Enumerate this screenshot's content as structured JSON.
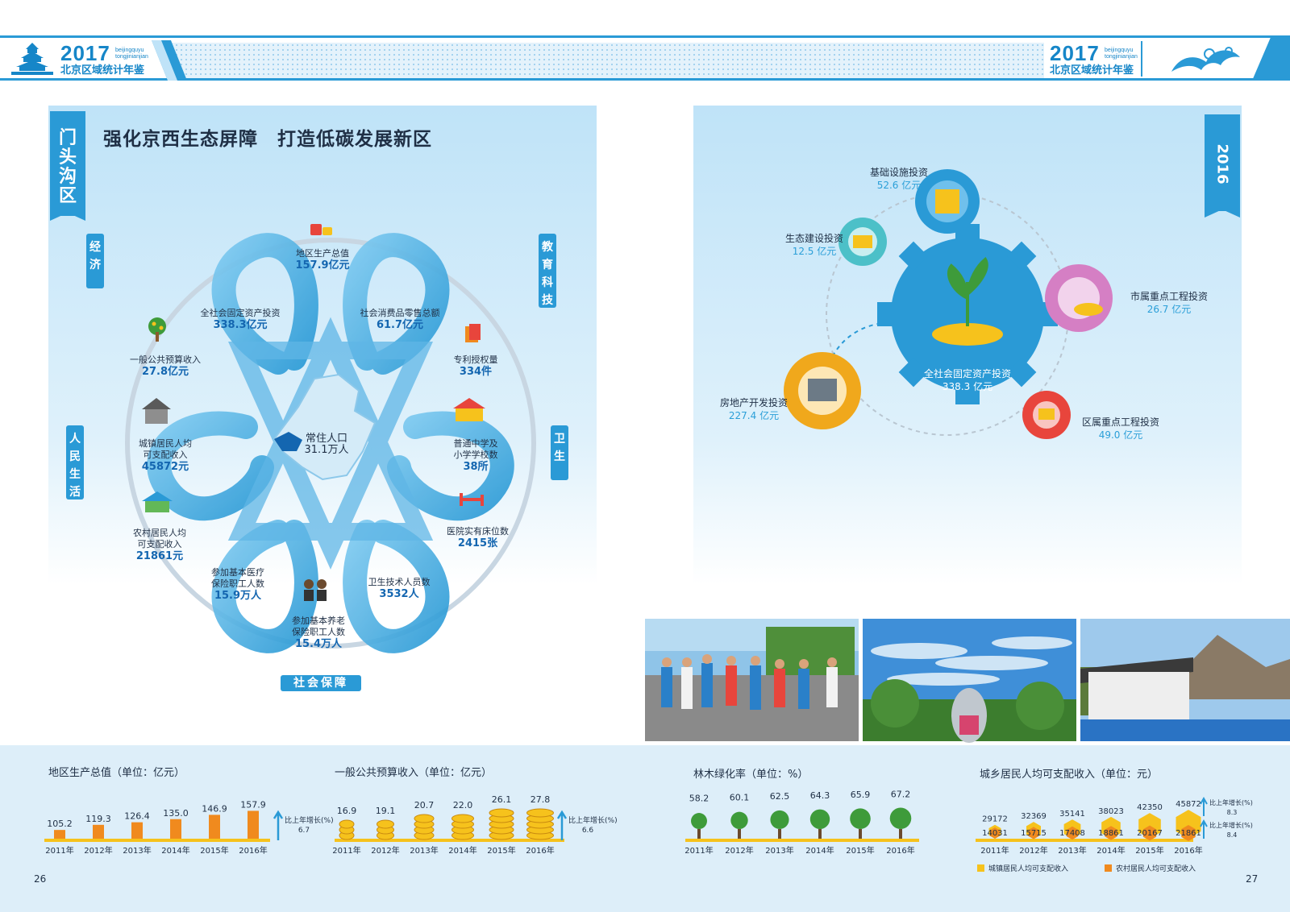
{
  "header": {
    "year": "2017",
    "sub_line1": "beijingquyu",
    "sub_line2": "tongjinianjian",
    "book_title": "北京区域统计年鉴"
  },
  "left": {
    "district": "门头沟区",
    "headline": "强化京西生态屏障　打造低碳发展新区",
    "categories": {
      "economy": "经济",
      "education": "教育科技",
      "life": "人民生活",
      "health": "卫生",
      "social": "社会保障"
    },
    "center": {
      "label": "常住人口",
      "value": "31.1万人"
    },
    "stats": {
      "gdp": {
        "label": "地区生产总值",
        "value": "157.9亿元"
      },
      "fixed_invest": {
        "label": "全社会固定资产投资",
        "value": "338.3亿元"
      },
      "retail": {
        "label": "社会消费品零售总额",
        "value": "61.7亿元"
      },
      "budget": {
        "label": "一般公共预算收入",
        "value": "27.8亿元"
      },
      "patent": {
        "label": "专利授权量",
        "value": "334件"
      },
      "urban_income": {
        "label1": "城镇居民人均",
        "label2": "可支配收入",
        "value": "45872元"
      },
      "schools": {
        "label1": "普通中学及",
        "label2": "小学学校数",
        "value": "38所"
      },
      "rural_income": {
        "label1": "农村居民人均",
        "label2": "可支配收入",
        "value": "21861元"
      },
      "beds": {
        "label": "医院实有床位数",
        "value": "2415张"
      },
      "medical_ins": {
        "label1": "参加基本医疗",
        "label2": "保险职工人数",
        "value": "15.9万人"
      },
      "health_staff": {
        "label": "卫生技术人员数",
        "value": "3532人"
      },
      "pension_ins": {
        "label1": "参加基本养老",
        "label2": "保险职工人数",
        "value": "15.4万人"
      }
    }
  },
  "right": {
    "year": "2016",
    "items": {
      "infra": {
        "label": "基础设施投资",
        "value": "52.6 亿元"
      },
      "eco": {
        "label": "生态建设投资",
        "value": "12.5 亿元"
      },
      "city_key": {
        "label": "市属重点工程投资",
        "value": "26.7 亿元"
      },
      "center": {
        "label": "全社会固定资产投资",
        "value": "338.3 亿元"
      },
      "real_estate": {
        "label": "房地产开发投资",
        "value": "227.4 亿元"
      },
      "district_key": {
        "label": "区属重点工程投资",
        "value": "49.0 亿元"
      }
    }
  },
  "chart_data": [
    {
      "type": "bar",
      "title": "地区生产总值（单位：亿元）",
      "categories": [
        "2011年",
        "2012年",
        "2013年",
        "2014年",
        "2015年",
        "2016年"
      ],
      "values": [
        105.2,
        119.3,
        126.4,
        135.0,
        146.9,
        157.9
      ],
      "value_labels": [
        "105.2",
        "119.3",
        "126.4",
        "135.0",
        "146.9",
        "157.9"
      ],
      "growth_label": "比上年增长(%)",
      "growth": "6.7"
    },
    {
      "type": "bar",
      "title": "一般公共预算收入（单位：亿元）",
      "categories": [
        "2011年",
        "2012年",
        "2013年",
        "2014年",
        "2015年",
        "2016年"
      ],
      "values": [
        16.9,
        19.1,
        20.7,
        22.0,
        26.1,
        27.8
      ],
      "value_labels": [
        "16.9",
        "19.1",
        "20.7",
        "22.0",
        "26.1",
        "27.8"
      ],
      "growth_label": "比上年增长(%)",
      "growth": "6.6"
    },
    {
      "type": "bar",
      "title": "林木绿化率（单位：%）",
      "categories": [
        "2011年",
        "2012年",
        "2013年",
        "2014年",
        "2015年",
        "2016年"
      ],
      "values": [
        58.2,
        60.1,
        62.5,
        64.3,
        65.9,
        67.2
      ],
      "value_labels": [
        "58.2",
        "60.1",
        "62.5",
        "64.3",
        "65.9",
        "67.2"
      ]
    },
    {
      "type": "bar",
      "title": "城乡居民人均可支配收入（单位：元）",
      "categories": [
        "2011年",
        "2012年",
        "2013年",
        "2014年",
        "2015年",
        "2016年"
      ],
      "series": [
        {
          "name": "城镇居民人均可支配收入",
          "values": [
            29172,
            32369,
            35141,
            38023,
            42350,
            45872
          ],
          "color": "#f6c21c"
        },
        {
          "name": "农村居民人均可支配收入",
          "values": [
            14031,
            15715,
            17408,
            18861,
            20167,
            21861
          ],
          "color": "#f08a1e"
        }
      ],
      "urban_labels": [
        "29172",
        "32369",
        "35141",
        "38023",
        "42350",
        "45872"
      ],
      "rural_labels": [
        "14031",
        "15715",
        "17408",
        "18861",
        "20167",
        "21861"
      ],
      "growth_label": "比上年增长(%)",
      "growth_urban": "8.3",
      "growth_rural": "8.4"
    }
  ],
  "pages": {
    "left": "26",
    "right": "27"
  },
  "colors": {
    "accent": "#2a9ad6",
    "deep": "#1466b0",
    "orange": "#f08a1e",
    "gold": "#f6c21c",
    "green": "#3e9b3a"
  }
}
